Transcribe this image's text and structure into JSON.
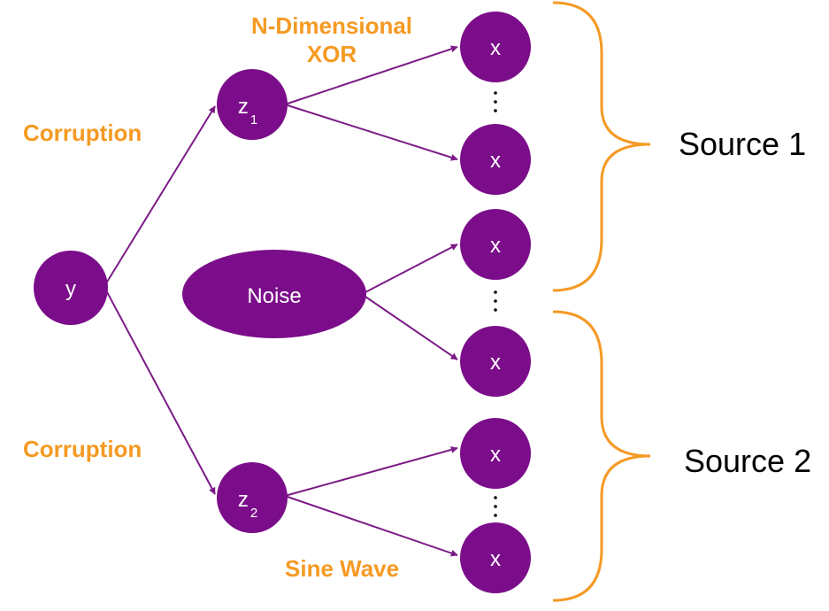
{
  "nodes": {
    "y": "y",
    "z1": "z",
    "z1_sub": "1",
    "z2": "z",
    "z2_sub": "2",
    "noise": "Noise",
    "x": "x"
  },
  "labels": {
    "xor_line1": "N-Dimensional",
    "xor_line2": "XOR",
    "corruption_top": "Corruption",
    "corruption_bottom": "Corruption",
    "sine_wave": "Sine Wave",
    "source1": "Source 1",
    "source2": "Source 2"
  },
  "colors": {
    "node": "#7b0d8a",
    "edge": "#7b1a86",
    "accent": "#f59a23"
  }
}
